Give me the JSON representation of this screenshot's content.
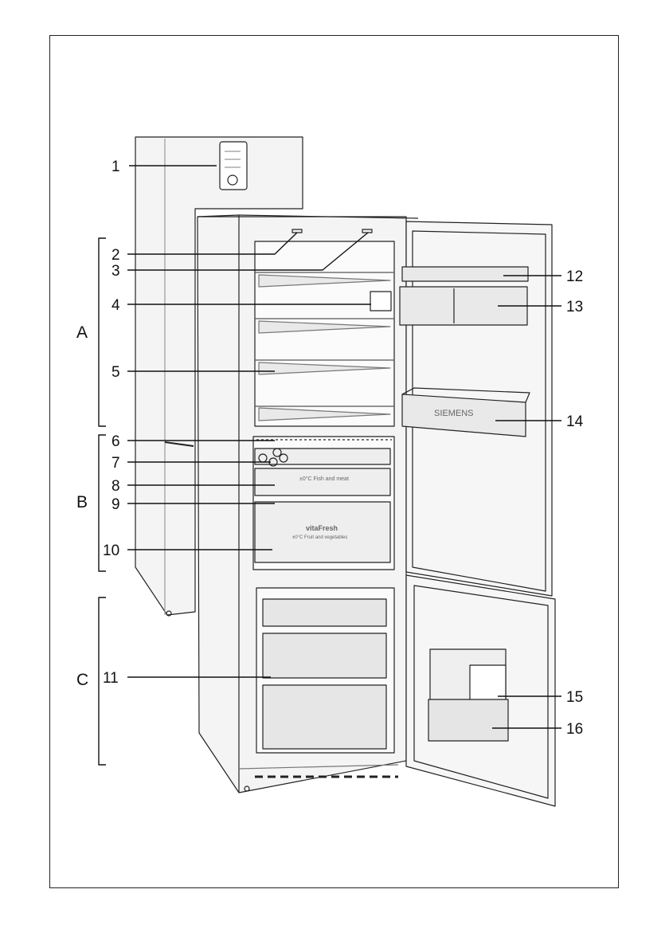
{
  "callouts": {
    "c1": "1",
    "c2": "2",
    "c3": "3",
    "c4": "4",
    "c5": "5",
    "c6": "6",
    "c7": "7",
    "c8": "8",
    "c9": "9",
    "c10": "10",
    "c11": "11",
    "c12": "12",
    "c13": "13",
    "c14": "14",
    "c15": "15",
    "c16": "16"
  },
  "groups": {
    "a": "A",
    "b": "B",
    "c": "C"
  },
  "appliance_text": {
    "door_brand": "SIEMENS",
    "fish_meat": "±0°C Fish and meat",
    "vitafresh_title": "vitaFresh",
    "vitafresh_sub": "±0°C Fruit and vegetables"
  },
  "colors": {
    "line": "#222222",
    "fill": "#f4f4f4",
    "shade": "#d9d9d9"
  }
}
